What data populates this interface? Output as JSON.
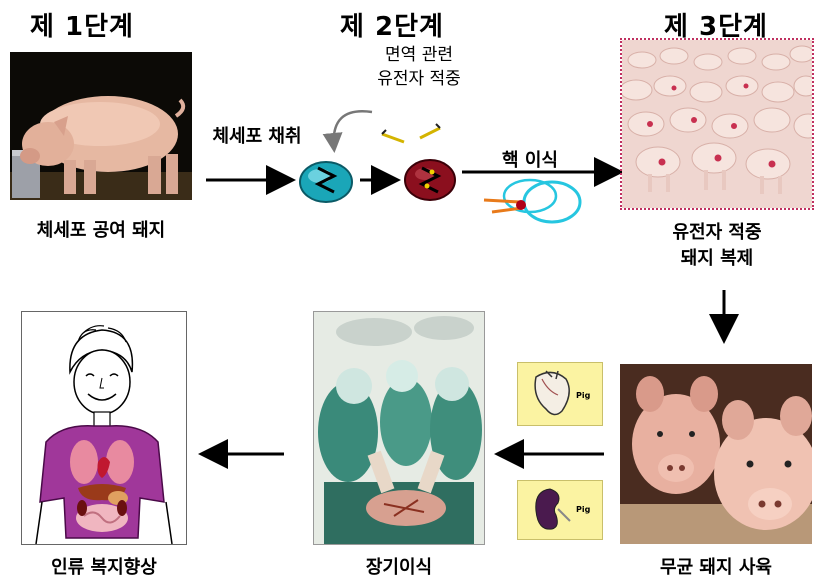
{
  "stages": {
    "stage1": "제 1단계",
    "stage2": "제 2단계",
    "stage3": "제 3단계"
  },
  "captions": {
    "donor_pig": "체세포 공여 돼지",
    "immune_gene_line1": "면역 관련",
    "immune_gene_line2": "유전자 적중",
    "cell_collect": "체세포 채취",
    "nuclear_transfer": "핵 이식",
    "cloned_line1": "유전자 적중",
    "cloned_line2": "돼지 복제",
    "germfree": "무균 돼지 사육",
    "transplant": "장기이식",
    "welfare": "인류 복지향상"
  },
  "cards": {
    "heart_tag": "Pig",
    "kidney_tag": "Pig"
  },
  "colors": {
    "cell_teal": "#1aa6b8",
    "cell_red": "#8b0f1e",
    "gene_arrow": "#d4b400",
    "border_pink": "#c03060",
    "oocyte": "#26c6e0"
  }
}
